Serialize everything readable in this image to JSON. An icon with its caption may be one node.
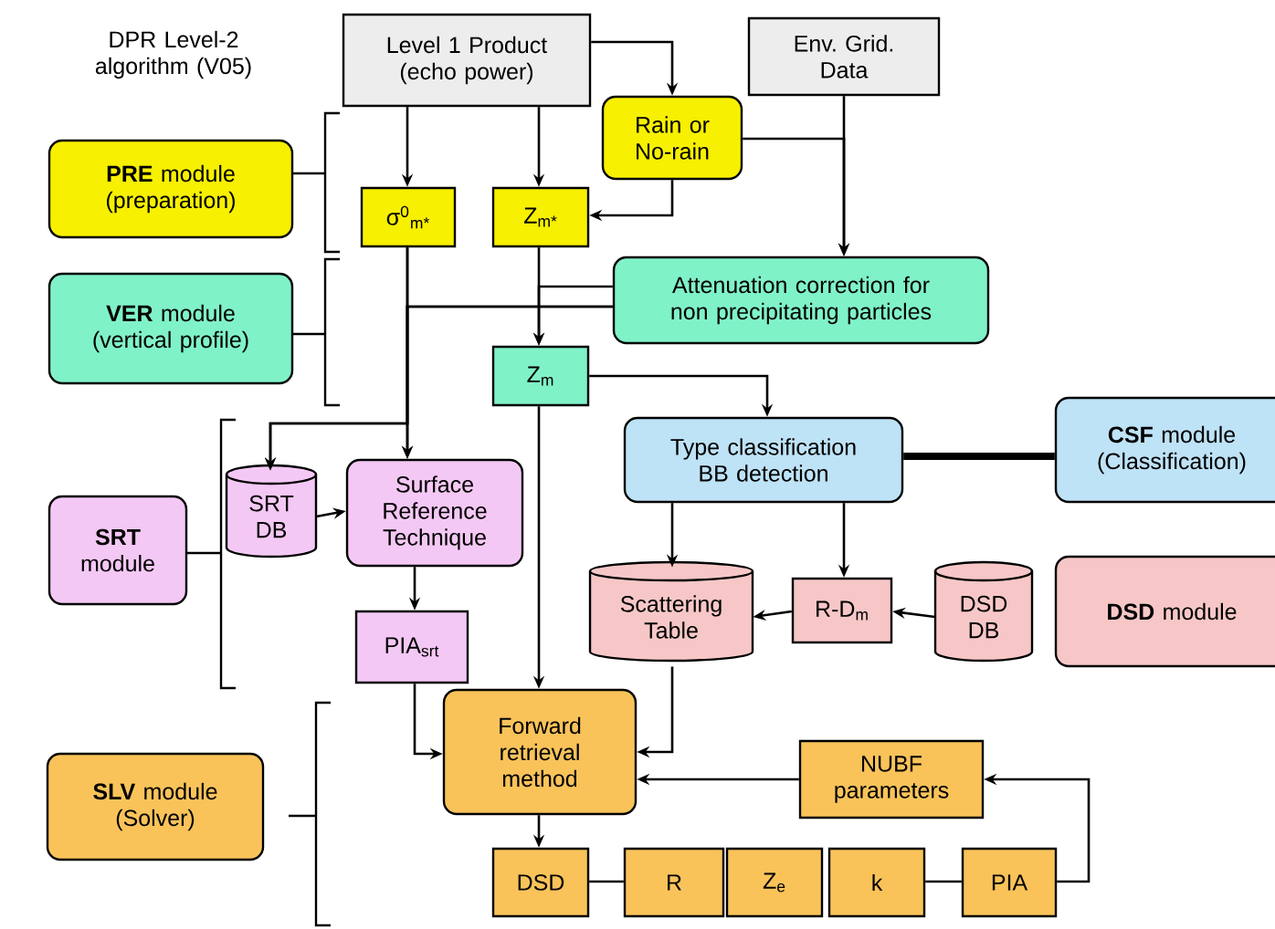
{
  "diagram": {
    "title": "DPR Level-2 algorithm (V05)",
    "nodes": [
      {
        "text": [
          "Level 1 Product (echo power)"
        ]
      },
      {
        "text": [
          "Env. Grid. Data"
        ]
      },
      {
        "text": [
          "**PRE** module (preparation)"
        ]
      },
      {
        "text": [
          "Rain or No-rain"
        ]
      },
      {
        "text": [
          "σ$^{0}$$_{m*}$"
        ]
      },
      {
        "text": [
          "Z$_{m*}$"
        ]
      },
      {
        "text": [
          "**VER** module (vertical profile)"
        ]
      },
      {
        "text": [
          "Attenuation correction for non precipitating particles"
        ]
      },
      {
        "text": [
          "Z$_{m}$"
        ]
      },
      {
        "text": [
          "Type classification BB detection"
        ]
      },
      {
        "text": [
          "**CSF**  module (Classification)"
        ]
      },
      {
        "text": [
          "**SRT** module"
        ]
      },
      {
        "text": [
          "SRT DB"
        ]
      },
      {
        "text": [
          "Surface Reference Technique"
        ]
      },
      {
        "text": [
          "Scattering Table"
        ]
      },
      {
        "text": [
          "R-D$_{m}$"
        ]
      },
      {
        "text": [
          "DSD DB"
        ]
      },
      {
        "text": [
          "**DSD** module"
        ]
      },
      {
        "text": [
          "PIA$_{srt}$"
        ]
      },
      {
        "text": [
          "Forward retrieval method"
        ]
      },
      {
        "text": [
          "**SLV** module (Solver)"
        ]
      },
      {
        "text": [
          "NUBF parameters"
        ]
      },
      {
        "text": [
          "DSD"
        ]
      },
      {
        "text": [
          "R"
        ]
      },
      {
        "text": [
          "Z$_{e}$"
        ]
      },
      {
        "text": [
          "k"
        ]
      },
      {
        "text": [
          "PIA"
        ]
      }
    ],
    "edges": [
      {
        "from": 0,
        "to": 4,
        "arrow": "to"
      },
      {
        "from": 0,
        "to": 5,
        "arrow": "to"
      },
      {
        "from": 0,
        "to": 3,
        "arrow": "to"
      },
      {
        "from": 3,
        "to": 5,
        "arrow": "to"
      },
      {
        "from": 3,
        "to": 7,
        "arrow": "to"
      },
      {
        "from": 1,
        "to": 7,
        "arrow": "to"
      },
      {
        "from": 7,
        "to": 8,
        "arrow": "to"
      },
      {
        "from": 5,
        "to": 8,
        "arrow": "to"
      },
      {
        "from": 7,
        "to": 13,
        "arrow": "to"
      },
      {
        "from": 7,
        "to": 12,
        "arrow": "to"
      },
      {
        "from": 4,
        "to": 13,
        "arrow": "to"
      },
      {
        "from": 4,
        "to": 12,
        "arrow": "to"
      },
      {
        "from": 8,
        "to": 9,
        "arrow": "to"
      },
      {
        "from": 8,
        "to": 19,
        "arrow": "to"
      },
      {
        "from": 9,
        "to": 10,
        "arrow": "none",
        "style": "thick"
      },
      {
        "from": 12,
        "to": 13,
        "arrow": "to"
      },
      {
        "from": 13,
        "to": 18,
        "arrow": "to"
      },
      {
        "from": 18,
        "to": 19,
        "arrow": "to"
      },
      {
        "from": 9,
        "to": 14,
        "arrow": "to"
      },
      {
        "from": 9,
        "to": 15,
        "arrow": "to"
      },
      {
        "from": 16,
        "to": 15,
        "arrow": "to"
      },
      {
        "from": 15,
        "to": 14,
        "arrow": "to"
      },
      {
        "from": 14,
        "to": 19,
        "arrow": "to"
      },
      {
        "from": 21,
        "to": 19,
        "arrow": "to"
      },
      {
        "from": 19,
        "to": 22,
        "arrow": "to"
      },
      {
        "from": 22,
        "to": 23,
        "arrow": "none"
      },
      {
        "from": 25,
        "to": 26,
        "arrow": "none"
      },
      {
        "from": 26,
        "to": 21,
        "arrow": "to"
      }
    ]
  }
}
